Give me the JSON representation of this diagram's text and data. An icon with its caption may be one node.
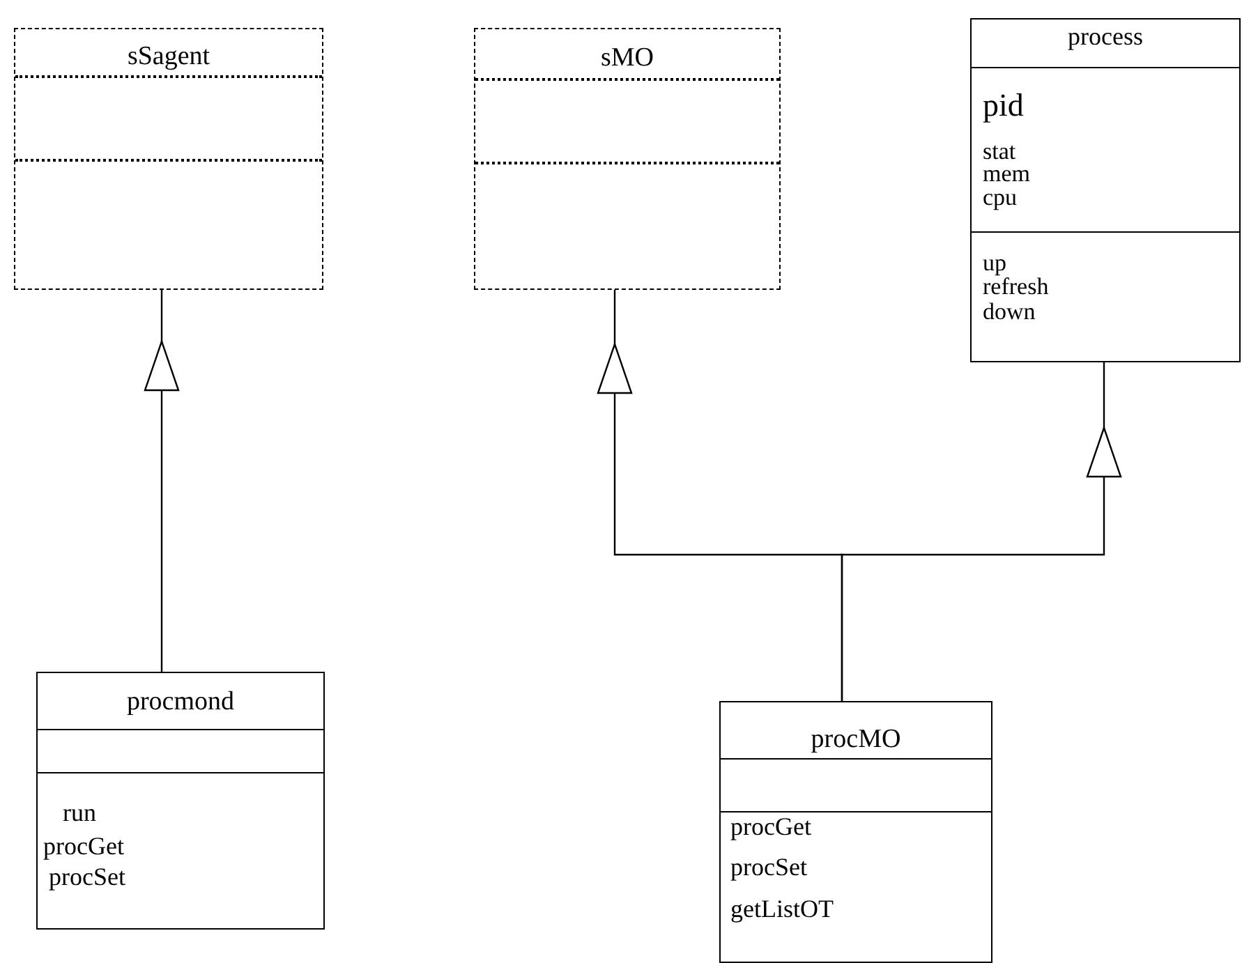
{
  "diagram": {
    "nodes": [
      {
        "text": [
          "sSagent"
        ]
      },
      {
        "text": [
          "sMO"
        ]
      },
      {
        "text": [
          "process",
          "pid",
          "stat",
          "mem",
          "cpu",
          "up",
          "refresh",
          "down"
        ]
      },
      {
        "text": [
          "procmond",
          "run",
          "procGet",
          "procSet"
        ]
      },
      {
        "text": [
          "procMO",
          "procGet",
          "procSet",
          "getListOT"
        ]
      }
    ],
    "edges": [
      {
        "from": 3,
        "to": 0,
        "arrow": "to"
      },
      {
        "from": 4,
        "to": 1,
        "arrow": "to"
      },
      {
        "from": 4,
        "to": 2,
        "arrow": "to"
      }
    ]
  }
}
